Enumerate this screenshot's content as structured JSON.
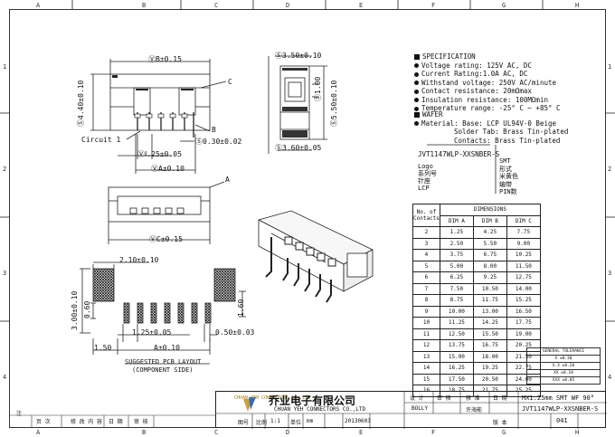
{
  "grid": {
    "columns": [
      "A",
      "B",
      "C",
      "D",
      "E",
      "F",
      "G",
      "H"
    ],
    "rows": [
      "1",
      "2",
      "3",
      "4"
    ]
  },
  "front_view": {
    "dim_top": "ⓋB±0.15",
    "dim_height": "Ⓢ4.40±0.10",
    "label_circuit": "Circuit 1",
    "label_c": "C",
    "label_b": "B",
    "dim_pitch": "ⓋⅠ.25±0.05",
    "dim_pin": "Ⓢ0.30±0.02",
    "dim_a": "ⓋA±0.10"
  },
  "side_view": {
    "dim_top": "Ⓢ3.50±0.10",
    "dim_inner": "Ⓢ1.00",
    "dim_height": "Ⓢ5.50±0.10",
    "dim_bottom": "Ⓢ3.60±0.05"
  },
  "bottom_view": {
    "label_a": "A",
    "dim_c": "ⓋC±0.15"
  },
  "pcb_layout": {
    "dim_210": "2.10±0.10",
    "dim_300": "3.00±0.10",
    "dim_060": "0.60",
    "dim_160": "1.60",
    "dim_125": "1.25±0.05",
    "dim_050": "0.50±0.03",
    "dim_150": "1.50",
    "dim_a": "A±0.10",
    "title": "SUGGESTED PCB LAYOUT",
    "subtitle": "(COMPONENT SIDE)"
  },
  "specification": {
    "title": "SPECIFICATION",
    "lines": [
      "Voltage rating: 125V AC, DC",
      "Current Rating:1.0A AC, DC",
      "Withstand voltage: 250V AC/minute",
      "Contact resistance: 20mΩmax",
      "Insulation resistance: 100MΩmin",
      "Temperature range: -25° C ~ +85° C"
    ]
  },
  "wafer": {
    "title": "WAFER",
    "material_lines": [
      "Material: Base: LCP UL94V-0 Beige",
      "Solder Tab: Brass Tin-plated",
      "Contacts: Brass Tin-plated"
    ]
  },
  "part_code": {
    "code": "JVT1147WLP-XXSNBER-S",
    "left_labels": [
      "Logo",
      "系列号",
      "针座",
      "LCP"
    ],
    "right_labels": [
      "SMT",
      "形式",
      "米黄色",
      "编带",
      "PIN数"
    ]
  },
  "dimensions_table": {
    "header_contacts": "No. of Contacts",
    "header_dimensions": "DIMENSIONS",
    "cols": [
      "DIM A",
      "DIM B",
      "DIM C"
    ],
    "rows": [
      [
        "2",
        "1.25",
        "4.25",
        "7.75"
      ],
      [
        "3",
        "2.50",
        "5.50",
        "9.00"
      ],
      [
        "4",
        "3.75",
        "6.75",
        "10.25"
      ],
      [
        "5",
        "5.00",
        "8.00",
        "11.50"
      ],
      [
        "6",
        "6.25",
        "9.25",
        "12.75"
      ],
      [
        "7",
        "7.50",
        "10.50",
        "14.00"
      ],
      [
        "8",
        "8.75",
        "11.75",
        "15.25"
      ],
      [
        "9",
        "10.00",
        "13.00",
        "16.50"
      ],
      [
        "10",
        "11.25",
        "14.25",
        "17.75"
      ],
      [
        "11",
        "12.50",
        "15.50",
        "19.00"
      ],
      [
        "12",
        "13.75",
        "16.75",
        "20.25"
      ],
      [
        "13",
        "15.00",
        "18.00",
        "21.50"
      ],
      [
        "14",
        "16.25",
        "19.25",
        "22.75"
      ],
      [
        "15",
        "17.50",
        "20.50",
        "24.00"
      ],
      [
        "16",
        "18.75",
        "21.75",
        "25.25"
      ]
    ]
  },
  "tolerance": {
    "title": "GENERAL TOLERANCE",
    "rows": [
      "X     ±0.30",
      "X.X   ±0.20",
      "XX    ±0.10",
      "XXX   ±0.05"
    ]
  },
  "title_block": {
    "company_cn": "乔业电子有限公司",
    "company_en": "CHUAN YEH CONNECTORS CO.,LTD",
    "title": "MX1.25mm SMT WF 90°",
    "part_no": "JVT1147WLP-XXSNBER-S",
    "headers": [
      "设 计",
      "审 核",
      "核 准",
      "日 期",
      "版 本"
    ],
    "drawn": "BOLLY",
    "date": "20130603",
    "scale": "1:1",
    "approver": "许海能",
    "sheet": "041",
    "unit": "mm",
    "left_labels": [
      "注",
      "页 次",
      "修 改 内 容",
      "日 期",
      "审 核",
      "图号",
      "比例",
      "单位"
    ]
  }
}
